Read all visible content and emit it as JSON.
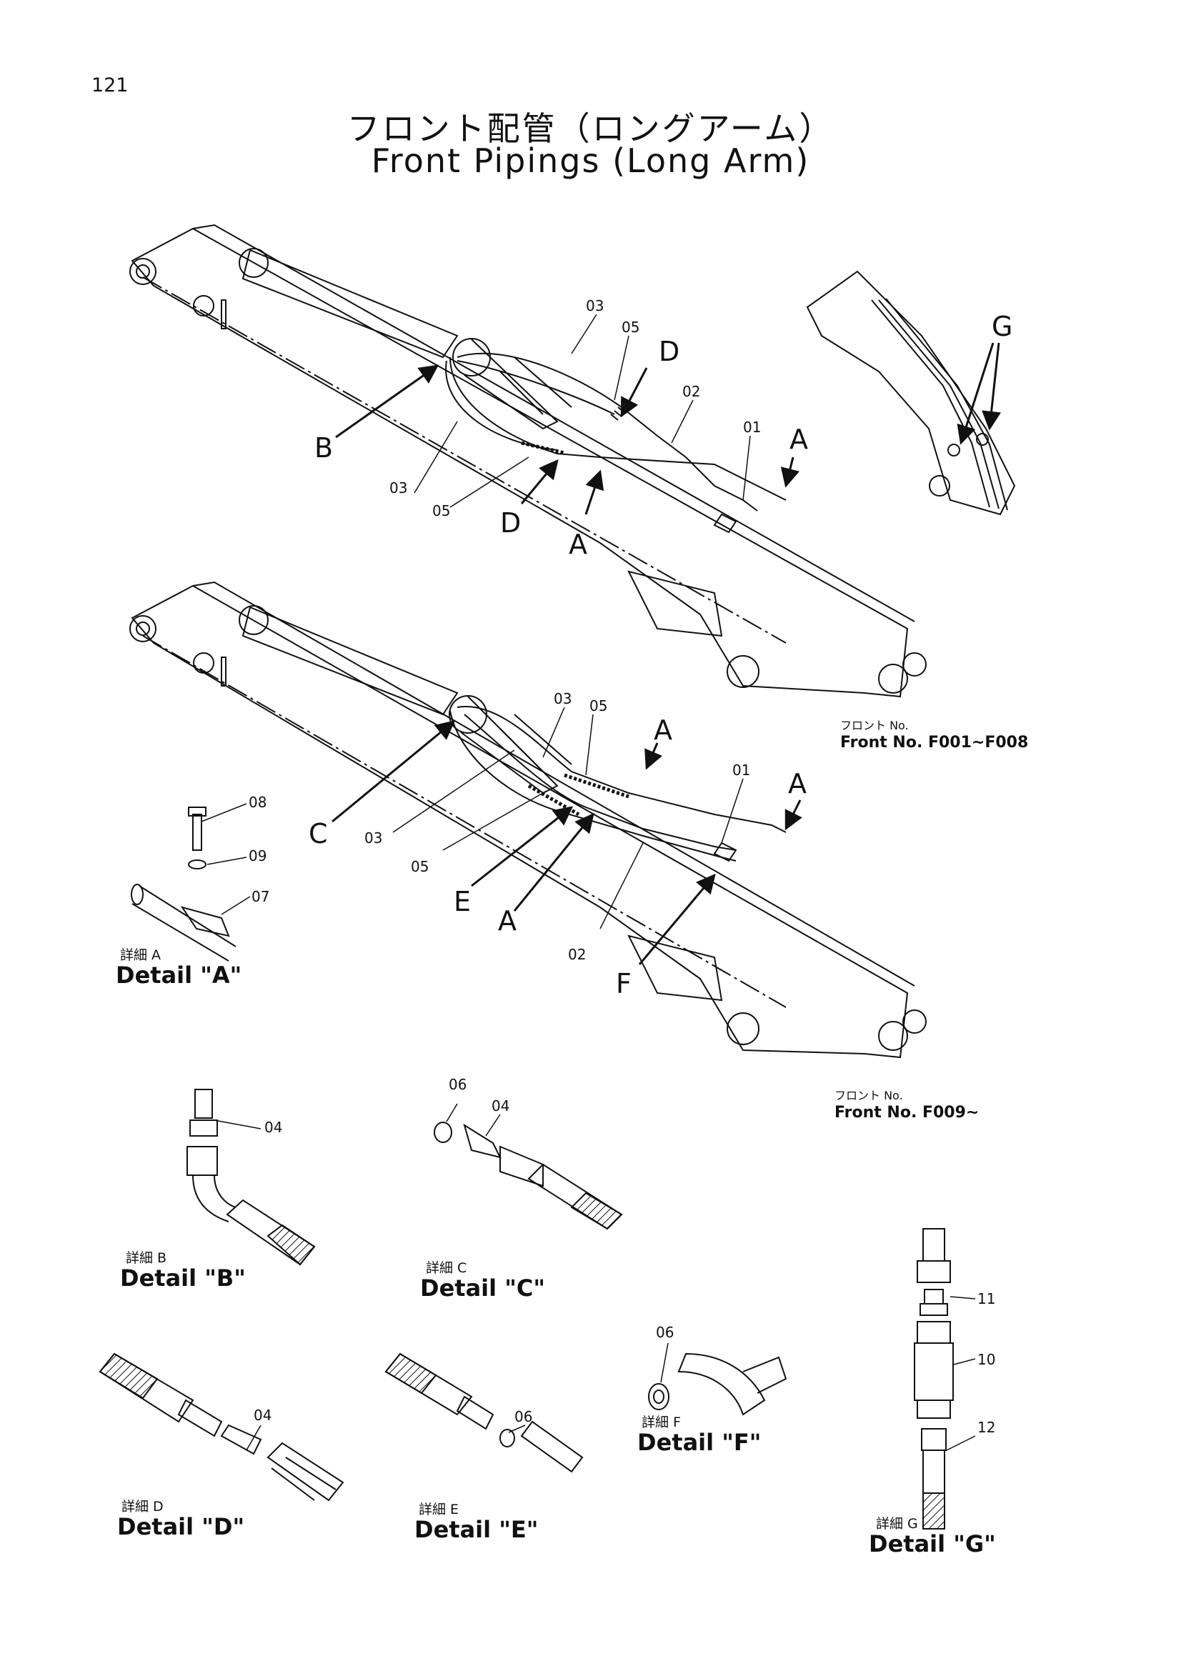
{
  "page_number": "121",
  "title_jp": "フロント配管（ロングアーム）",
  "title_en": "Front Pipings (Long Arm)",
  "notes": [
    {
      "jp": "フロント No.",
      "en": "Front No. F001~F008"
    },
    {
      "jp": "フロント No.",
      "en": "Front No. F009~"
    }
  ],
  "details": [
    {
      "jp": "詳細 A",
      "en": "Detail \"A\""
    },
    {
      "jp": "詳細 B",
      "en": "Detail \"B\""
    },
    {
      "jp": "詳細 C",
      "en": "Detail \"C\""
    },
    {
      "jp": "詳細 D",
      "en": "Detail \"D\""
    },
    {
      "jp": "詳細 E",
      "en": "Detail \"E\""
    },
    {
      "jp": "詳細 F",
      "en": "Detail \"F\""
    },
    {
      "jp": "詳細 G",
      "en": "Detail \"G\""
    }
  ],
  "callouts": {
    "A": "A",
    "B": "B",
    "C": "C",
    "D": "D",
    "E": "E",
    "F": "F",
    "G": "G"
  },
  "parts": {
    "p01": "01",
    "p02": "02",
    "p03": "03",
    "p04": "04",
    "p05": "05",
    "p06": "06",
    "p07": "07",
    "p08": "08",
    "p09": "09",
    "p10": "10",
    "p11": "11",
    "p12": "12"
  }
}
